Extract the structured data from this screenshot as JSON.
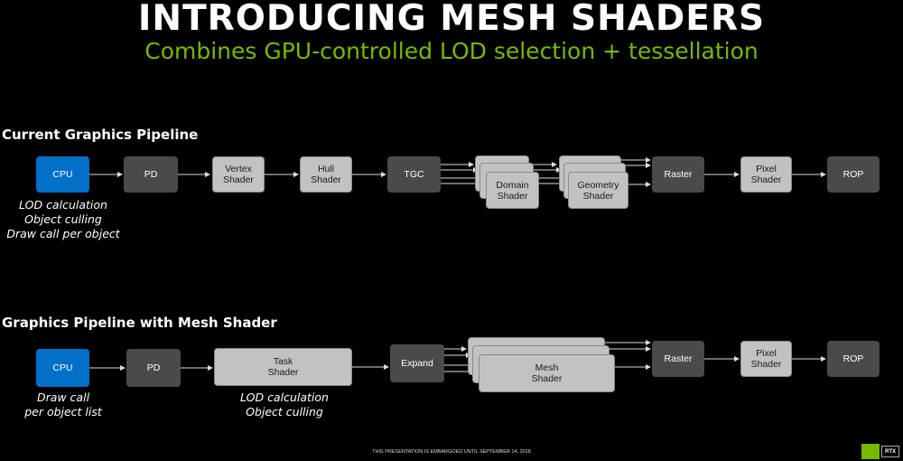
{
  "title": "INTRODUCING MESH SHADERS",
  "subtitle": "Combines GPU-controlled LOD selection + tessellation",
  "sections": [
    {
      "title": "Current Graphics Pipeline",
      "stages": [
        "CPU",
        "PD",
        "Vertex\nShader",
        "Hull\nShader",
        "TGC",
        "Domain\nShader",
        "Geometry\nShader",
        "Raster",
        "Pixel\nShader",
        "ROP"
      ],
      "note": "LOD calculation\nObject culling\nDraw call per object"
    },
    {
      "title": "Graphics Pipeline with Mesh Shader",
      "stages": [
        "CPU",
        "PD",
        "Task\nShader",
        "Expand",
        "Mesh\nShader",
        "Raster",
        "Pixel\nShader",
        "ROP"
      ],
      "note_cpu": "Draw call\nper object list",
      "note_task": "LOD calculation\nObject culling"
    }
  ],
  "footer": "THIS PRESENTATION IS EMBARGOED UNTIL SEPTEMBER 14, 2018",
  "logo": {
    "rtx_label": "RTX",
    "icon": "nvidia-eye-icon"
  },
  "colors": {
    "accent_green": "#76b900",
    "cpu_blue": "#0070c8",
    "dark_box": "#4a4a4a",
    "light_box": "#c2c2c2"
  }
}
